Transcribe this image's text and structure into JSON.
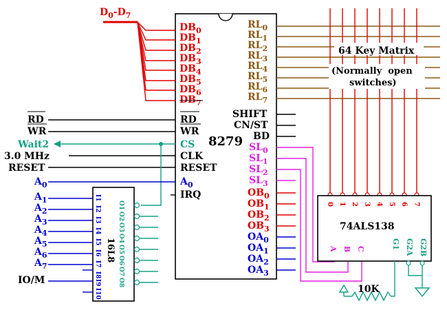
{
  "colors": {
    "red": "#e00000",
    "brown": "#8a5a12",
    "teal": "#16a085",
    "blue": "#0000d0",
    "magenta": "#e020e0",
    "black": "#000000"
  },
  "data_bus": {
    "label": "D",
    "from_sub": "0",
    "sep": "-D",
    "to_sub": "7"
  },
  "chip_8279": {
    "name": "8279",
    "db_pins": [
      {
        "base": "DB",
        "sub": "0"
      },
      {
        "base": "DB",
        "sub": "1"
      },
      {
        "base": "DB",
        "sub": "2"
      },
      {
        "base": "DB",
        "sub": "3"
      },
      {
        "base": "DB",
        "sub": "4"
      },
      {
        "base": "DB",
        "sub": "5"
      },
      {
        "base": "DB",
        "sub": "6"
      },
      {
        "base": "DB",
        "sub": "7"
      }
    ],
    "rl_pins": [
      {
        "base": "RL",
        "sub": "0"
      },
      {
        "base": "RL",
        "sub": "1"
      },
      {
        "base": "RL",
        "sub": "2"
      },
      {
        "base": "RL",
        "sub": "3"
      },
      {
        "base": "RL",
        "sub": "4"
      },
      {
        "base": "RL",
        "sub": "5"
      },
      {
        "base": "RL",
        "sub": "6"
      },
      {
        "base": "RL",
        "sub": "7"
      }
    ],
    "left_pins": [
      "RD",
      "WR",
      "CS",
      "CLK",
      "RESET",
      "A",
      "IRQ"
    ],
    "a0_sub": "0",
    "right_pins": [
      "SHIFT",
      "CN/ST",
      "BD"
    ],
    "sl_pins": [
      {
        "base": "SL",
        "sub": "0"
      },
      {
        "base": "SL",
        "sub": "1"
      },
      {
        "base": "SL",
        "sub": "2"
      },
      {
        "base": "SL",
        "sub": "3"
      }
    ],
    "ob_pins": [
      {
        "base": "OB",
        "sub": "0"
      },
      {
        "base": "OB",
        "sub": "1"
      },
      {
        "base": "OB",
        "sub": "2"
      },
      {
        "base": "OB",
        "sub": "3"
      }
    ],
    "oa_pins": [
      {
        "base": "OA",
        "sub": "0"
      },
      {
        "base": "OA",
        "sub": "1"
      },
      {
        "base": "OA",
        "sub": "2"
      },
      {
        "base": "OA",
        "sub": "3"
      }
    ]
  },
  "signals_left": {
    "rd": "RD",
    "wr": "WR",
    "wait2": "Wait2",
    "clk": "3.0 MHz",
    "reset": "RESET",
    "a0": "A",
    "a0_sub": "0",
    "addr": [
      {
        "base": "A",
        "sub": "1"
      },
      {
        "base": "A",
        "sub": "2"
      },
      {
        "base": "A",
        "sub": "3"
      },
      {
        "base": "A",
        "sub": "4"
      },
      {
        "base": "A",
        "sub": "5"
      },
      {
        "base": "A",
        "sub": "6"
      },
      {
        "base": "A",
        "sub": "7"
      }
    ],
    "io_m": "IO/M"
  },
  "keymatrix": {
    "line1": "64 Key Matrix",
    "line2": "(Normally  open",
    "line3": "switches)"
  },
  "decoder_138": {
    "name": "74ALS138",
    "outputs": [
      "0",
      "1",
      "2",
      "3",
      "4",
      "5",
      "6",
      "7"
    ],
    "inputs": [
      "A",
      "B",
      "C"
    ],
    "enables": [
      "G1",
      "G2A",
      "G2B"
    ]
  },
  "pal_16l8": {
    "name": "16L8",
    "inputs": [
      "I1",
      "I2",
      "I3",
      "I4",
      "I5",
      "I6",
      "I7",
      "I8",
      "I9",
      "I10"
    ],
    "outputs": [
      "O1",
      "O2",
      "O3",
      "O4",
      "O5",
      "O6",
      "O7",
      "O8"
    ]
  },
  "resistor": {
    "label": "10K"
  }
}
